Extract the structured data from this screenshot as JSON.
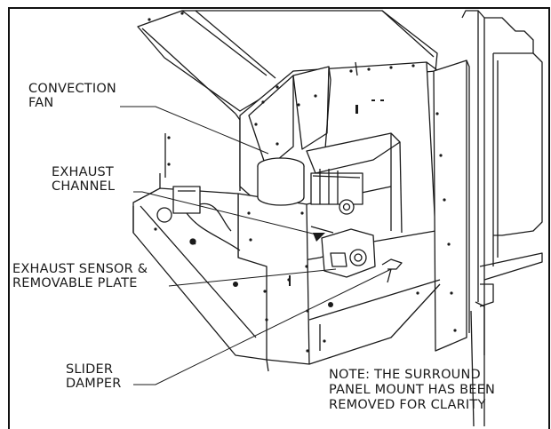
{
  "labels": {
    "convection_fan": [
      "CONVECTION",
      "FAN"
    ],
    "exhaust_channel": [
      "EXHAUST",
      "CHANNEL"
    ],
    "exhaust_sensor": [
      "EXHAUST SENSOR &",
      "REMOVABLE PLATE"
    ],
    "slider_damper": [
      "SLIDER",
      "DAMPER"
    ]
  },
  "note": [
    "NOTE: THE SURROUND",
    "PANEL MOUNT HAS BEEN",
    "REMOVED FOR CLARITY"
  ]
}
